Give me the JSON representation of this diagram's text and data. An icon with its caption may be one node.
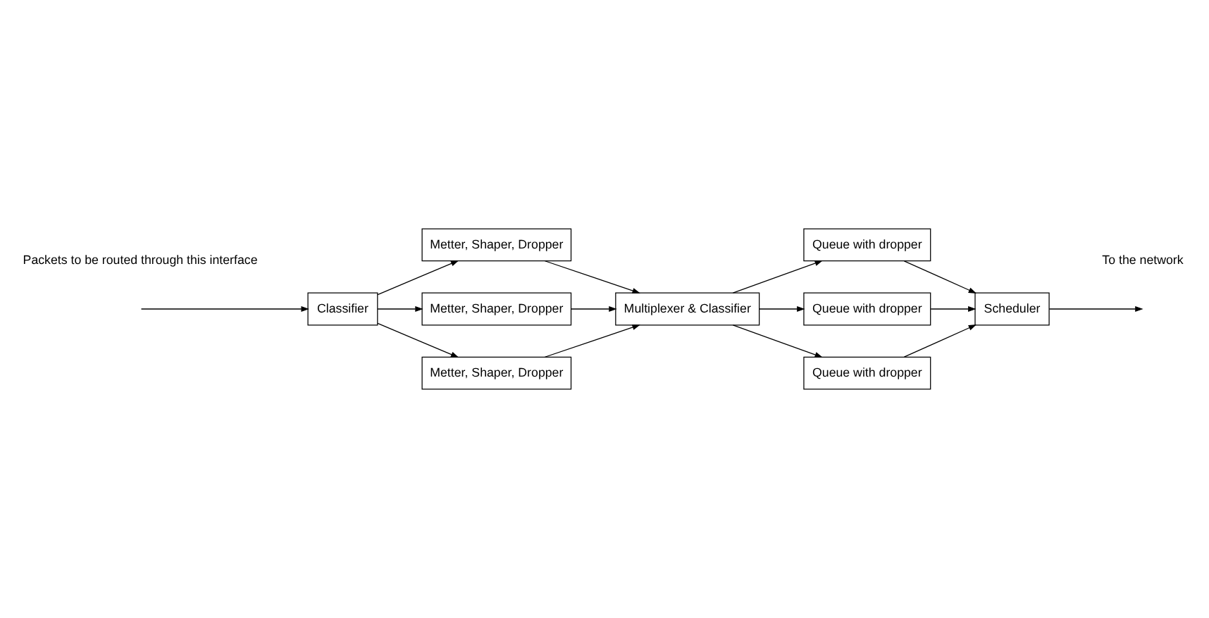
{
  "diagram": {
    "nodes": [
      {
        "text": [
          "Classifier"
        ]
      },
      {
        "text": [
          "Metter, Shaper, Dropper"
        ]
      },
      {
        "text": [
          "Metter, Shaper, Dropper"
        ]
      },
      {
        "text": [
          "Metter, Shaper, Dropper"
        ]
      },
      {
        "text": [
          "Multiplexer & Classifier"
        ]
      },
      {
        "text": [
          "Queue with dropper"
        ]
      },
      {
        "text": [
          "Queue with dropper"
        ]
      },
      {
        "text": [
          "Queue with dropper"
        ]
      },
      {
        "text": [
          "Scheduler"
        ]
      }
    ],
    "edges": [
      {
        "from": null,
        "to": 0,
        "arrow": "to"
      },
      {
        "from": 0,
        "to": 1,
        "arrow": "to"
      },
      {
        "from": 0,
        "to": 2,
        "arrow": "to"
      },
      {
        "from": 0,
        "to": 3,
        "arrow": "to"
      },
      {
        "from": 1,
        "to": 4,
        "arrow": "to"
      },
      {
        "from": 2,
        "to": 4,
        "arrow": "to"
      },
      {
        "from": 3,
        "to": 4,
        "arrow": "to"
      },
      {
        "from": 4,
        "to": 5,
        "arrow": "to"
      },
      {
        "from": 4,
        "to": 6,
        "arrow": "to"
      },
      {
        "from": 4,
        "to": 7,
        "arrow": "to"
      },
      {
        "from": 5,
        "to": 8,
        "arrow": "to"
      },
      {
        "from": 6,
        "to": 8,
        "arrow": "to"
      },
      {
        "from": 7,
        "to": 8,
        "arrow": "to"
      },
      {
        "from": 8,
        "to": null,
        "arrow": "to"
      }
    ],
    "labels": [
      "Packets to be routed through this interface",
      "To the network"
    ]
  }
}
